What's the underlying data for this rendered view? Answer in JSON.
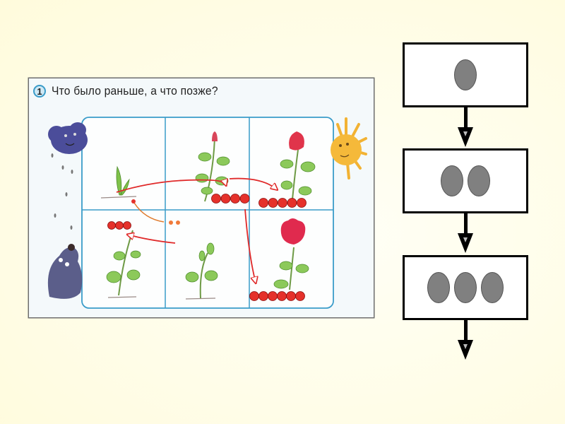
{
  "worksheet": {
    "task_number": "1",
    "task_title": "Что было раньше, а что позже?",
    "frame_color": "#3a9cc9",
    "arrow_color": "#e02a2a",
    "counter_color": "#e5312b",
    "side_left": [
      "rain-cloud",
      "mole"
    ],
    "side_right": [
      "sun"
    ],
    "cells": [
      {
        "position": "top-left",
        "picture": "sprout",
        "counters": 0,
        "marker": "small-dot"
      },
      {
        "position": "top-middle",
        "picture": "rose-bud",
        "counters": 4
      },
      {
        "position": "top-right",
        "picture": "rose-opening",
        "counters": 5
      },
      {
        "position": "bottom-left",
        "picture": "leafy-stem",
        "counters": 3
      },
      {
        "position": "bottom-middle",
        "picture": "young-plant",
        "counters": 2,
        "counter_style": "small-orange"
      },
      {
        "position": "bottom-right",
        "picture": "rose-full-bloom",
        "counters": 6
      }
    ]
  },
  "flowchart": {
    "steps": [
      {
        "ovals": 1
      },
      {
        "ovals": 2
      },
      {
        "ovals": 3
      }
    ],
    "box_color": "#ffffff",
    "oval_color": "#808080",
    "line_color": "#000000"
  }
}
